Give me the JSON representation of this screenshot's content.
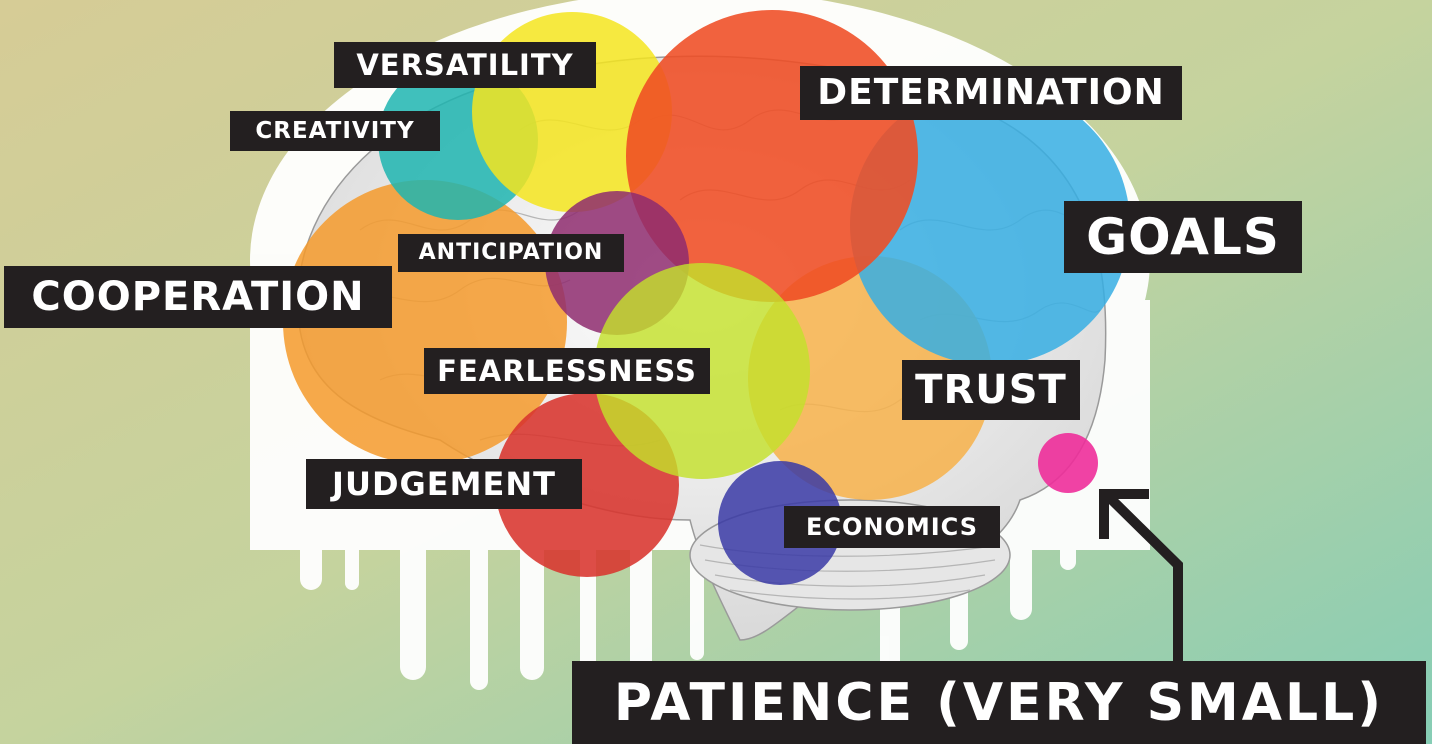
{
  "labels": {
    "versatility": "VERSATILITY",
    "creativity": "CREATIVITY",
    "determination": "DETERMINATION",
    "goals": "GOALS",
    "anticipation": "ANTICIPATION",
    "cooperation": "COOPERATION",
    "fearlessness": "FEARLESSNESS",
    "trust": "TRUST",
    "judgement": "JUDGEMENT",
    "economics": "ECONOMICS",
    "patience": "PATIENCE (VERY SMALL)"
  },
  "colors": {
    "background_left": "#d8cf9c",
    "background_right": "#8fcfb6",
    "teal": "#1fb5b0",
    "yellow": "#f5e51f",
    "red_orange": "#ef4c23",
    "blue": "#36aee3",
    "orange": "#f59a2c",
    "purple": "#8e2b6f",
    "lime": "#c3e02b",
    "light_orange": "#f7b24a",
    "red": "#d8342e",
    "navy": "#3a3aa6",
    "magenta": "#ee2e9a",
    "label_bg": "#231f20",
    "label_text": "#ffffff"
  }
}
